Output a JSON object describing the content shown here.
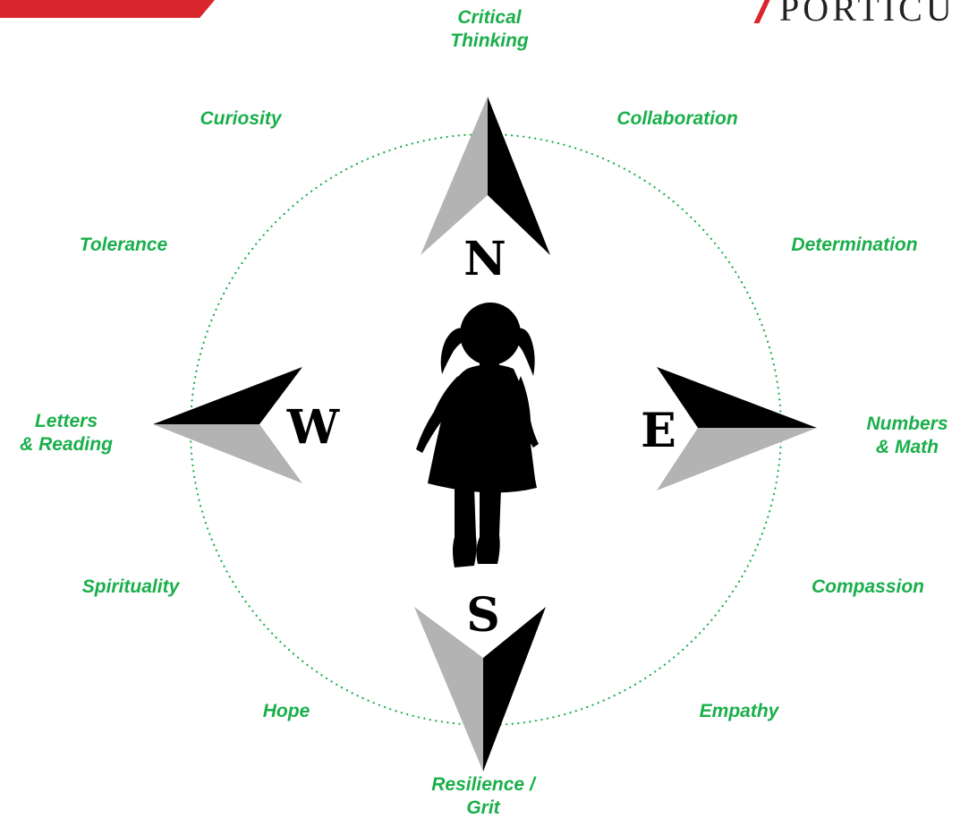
{
  "header": {
    "logo_text": "PORTICU"
  },
  "compass": {
    "north": "N",
    "east": "E",
    "south": "S",
    "west": "W"
  },
  "values": {
    "critical_thinking": "Critical\nThinking",
    "collaboration": "Collaboration",
    "determination": "Determination",
    "numbers_math": "Numbers\n& Math",
    "compassion": "Compassion",
    "empathy": "Empathy",
    "resilience_grit": "Resilience /\nGrit",
    "hope": "Hope",
    "spirituality": "Spirituality",
    "letters_reading": "Letters\n& Reading",
    "tolerance": "Tolerance",
    "curiosity": "Curiosity"
  },
  "colors": {
    "value_text": "#1aaf4b",
    "circle_dots": "#1aaf4b",
    "arrow_dark": "#000000",
    "arrow_light": "#b3b3b3",
    "banner_red": "#d9262e"
  }
}
